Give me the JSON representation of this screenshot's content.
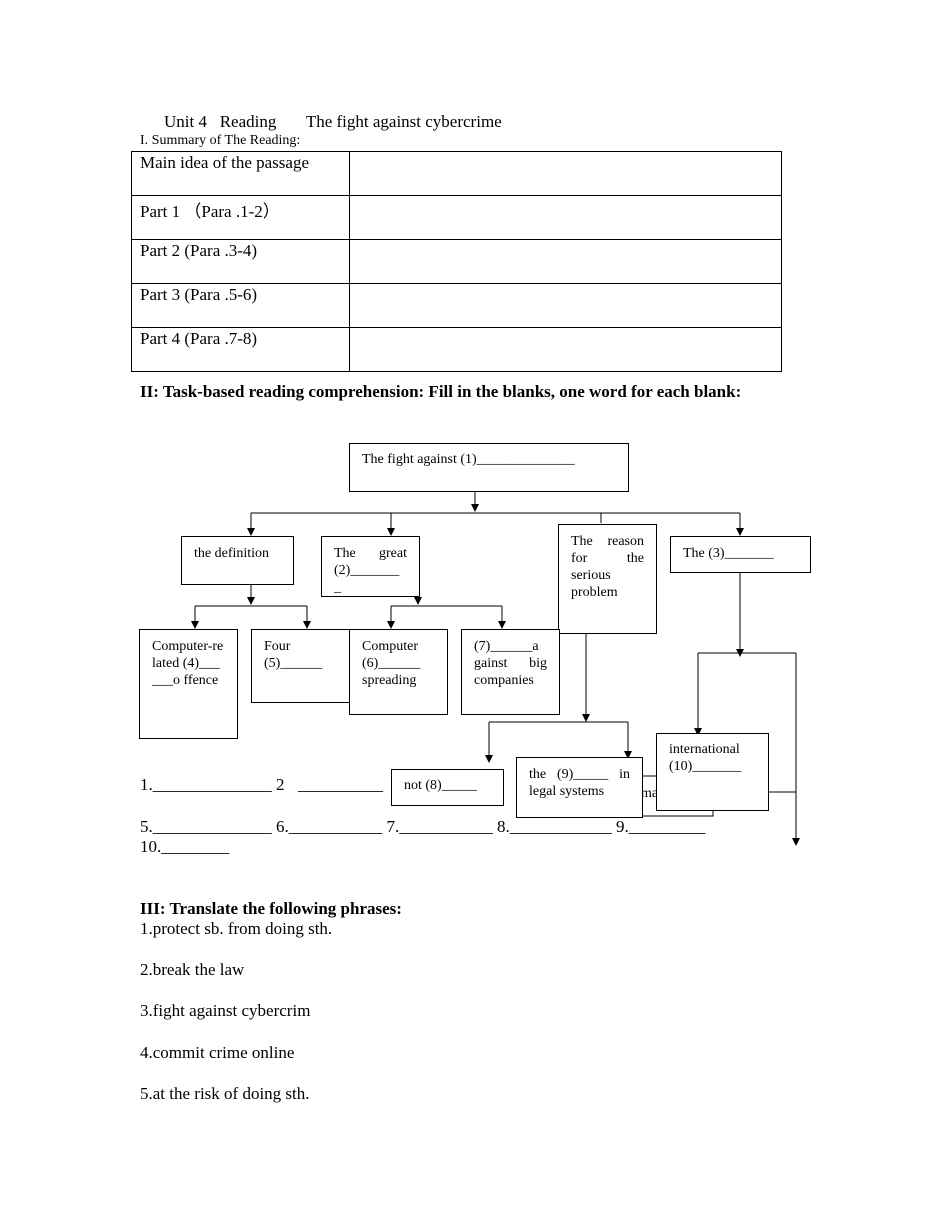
{
  "header": {
    "title": "Unit 4   Reading       The fight against cybercrime",
    "summary_heading": "I. Summary of The Reading:"
  },
  "summary_table": {
    "rows": [
      "Main idea of the passage",
      "Part 1 （Para .1-2）",
      "Part 2  (Para .3-4)",
      "Part 3  (Para .5-6)",
      "Part 4  (Para .7-8)"
    ]
  },
  "section2": {
    "heading": "II: Task-based reading comprehension: Fill in the blanks, one word for each blank:"
  },
  "diagram": {
    "top": "The fight against (1)______________",
    "definition": "the definition",
    "great": "The great (2)_______ _",
    "reason": "The reason for the serious problem",
    "three": "The (3)_______",
    "computer_related": "Computer-related (4)______o ffence",
    "four": "Four (5)______",
    "spreading": "Computer (6)______ spreading",
    "companies": "(7)______a gainst big companies",
    "not8": "not (8)_____",
    "nine": "the (9)_____ in legal systems",
    "hidden": "ma",
    "international": "international (10)_______"
  },
  "answers": {
    "line1_a": "1.______________ 2",
    "line1_b": "__________",
    "line2": "5.______________ 6.___________ 7.___________ 8.____________ 9._________",
    "line3": "10.________"
  },
  "section3": {
    "heading": "III:  Translate the following phrases:",
    "phrases": [
      "1.protect sb. from doing sth.",
      "2.break the law",
      "3.fight against cybercrim",
      "4.commit crime online",
      "5.at the risk of doing sth."
    ]
  }
}
